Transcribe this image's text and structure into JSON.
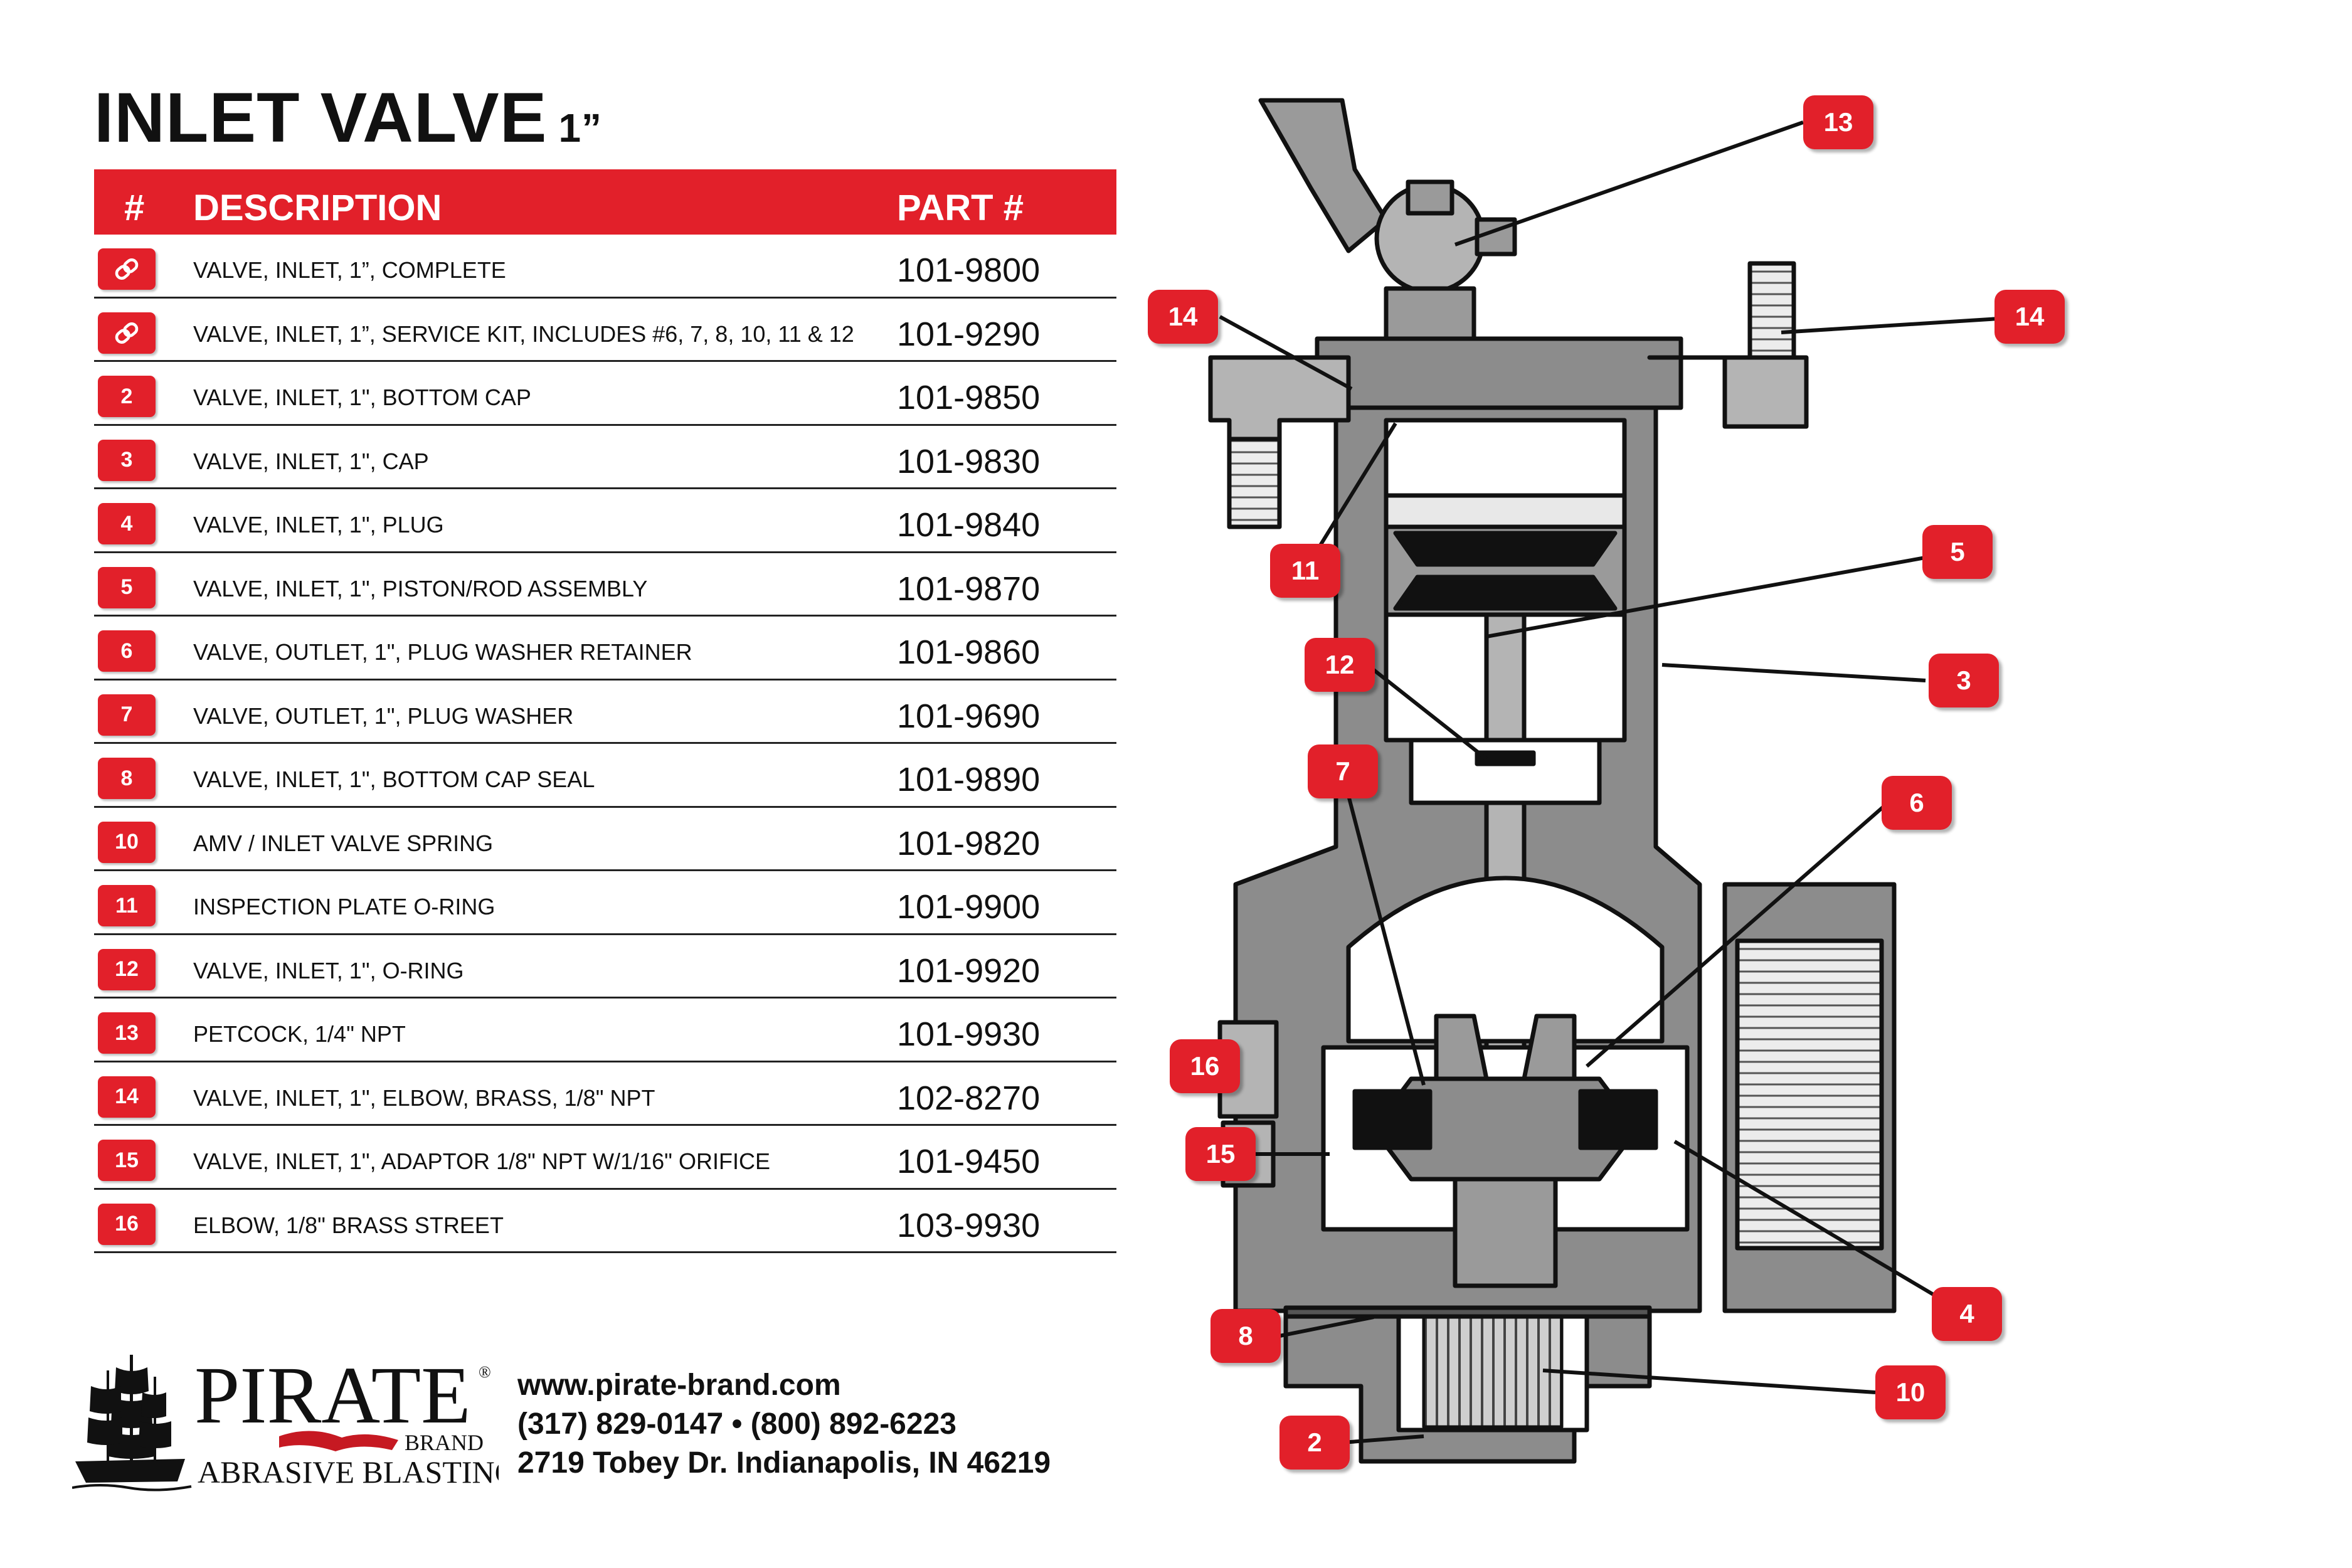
{
  "title": {
    "main": "INLET VALVE",
    "size": "1”"
  },
  "table": {
    "headers": {
      "num": "#",
      "description": "DESCRIPTION",
      "part": "PART #"
    },
    "rows": [
      {
        "num": "",
        "icon": "link-icon",
        "description": "VALVE, INLET, 1”, COMPLETE",
        "part": "101-9800"
      },
      {
        "num": "",
        "icon": "link-icon",
        "description": "VALVE, INLET, 1”, SERVICE KIT, INCLUDES #6, 7, 8, 10, 11 & 12",
        "part": "101-9290"
      },
      {
        "num": "2",
        "description": "VALVE, INLET, 1\", BOTTOM CAP",
        "part": "101-9850"
      },
      {
        "num": "3",
        "description": "VALVE, INLET, 1\", CAP",
        "part": "101-9830"
      },
      {
        "num": "4",
        "description": "VALVE, INLET, 1\", PLUG",
        "part": "101-9840"
      },
      {
        "num": "5",
        "description": "VALVE, INLET, 1\", PISTON/ROD ASSEMBLY",
        "part": "101-9870"
      },
      {
        "num": "6",
        "description": "VALVE, OUTLET, 1\", PLUG WASHER RETAINER",
        "part": "101-9860"
      },
      {
        "num": "7",
        "description": "VALVE, OUTLET, 1\", PLUG WASHER",
        "part": "101-9690"
      },
      {
        "num": "8",
        "description": "VALVE, INLET, 1\", BOTTOM CAP SEAL",
        "part": "101-9890"
      },
      {
        "num": "10",
        "description": "AMV / INLET VALVE SPRING",
        "part": "101-9820"
      },
      {
        "num": "11",
        "description": "INSPECTION PLATE O-RING",
        "part": "101-9900"
      },
      {
        "num": "12",
        "description": "VALVE, INLET, 1\", O-RING",
        "part": "101-9920"
      },
      {
        "num": "13",
        "description": "PETCOCK, 1/4\" NPT",
        "part": "101-9930"
      },
      {
        "num": "14",
        "description": "VALVE, INLET, 1\", ELBOW, BRASS, 1/8\" NPT",
        "part": "102-8270"
      },
      {
        "num": "15",
        "description": "VALVE, INLET, 1\", ADAPTOR 1/8\" NPT W/1/16\" ORIFICE",
        "part": "101-9450"
      },
      {
        "num": "16",
        "description": "ELBOW, 1/8\" BRASS STREET",
        "part": "103-9930"
      }
    ]
  },
  "logo": {
    "name": "PIRATE",
    "brand": "BRAND",
    "tagline": "ABRASIVE BLASTING",
    "registered": "®",
    "icon": "pirate-ship-icon"
  },
  "contact": {
    "website": "www.pirate-brand.com",
    "phone": "(317) 829-0147 • (800) 892-6223",
    "address": "2719 Tobey Dr. Indianapolis, IN 46219"
  },
  "callouts": [
    "13",
    "14",
    "14",
    "5",
    "11",
    "12",
    "3",
    "7",
    "6",
    "16",
    "15",
    "4",
    "8",
    "10",
    "2"
  ],
  "colors": {
    "accent": "#e2202a",
    "metal": "#8c8c8c",
    "metal_light": "#b4b4b4",
    "ink": "#111111"
  }
}
